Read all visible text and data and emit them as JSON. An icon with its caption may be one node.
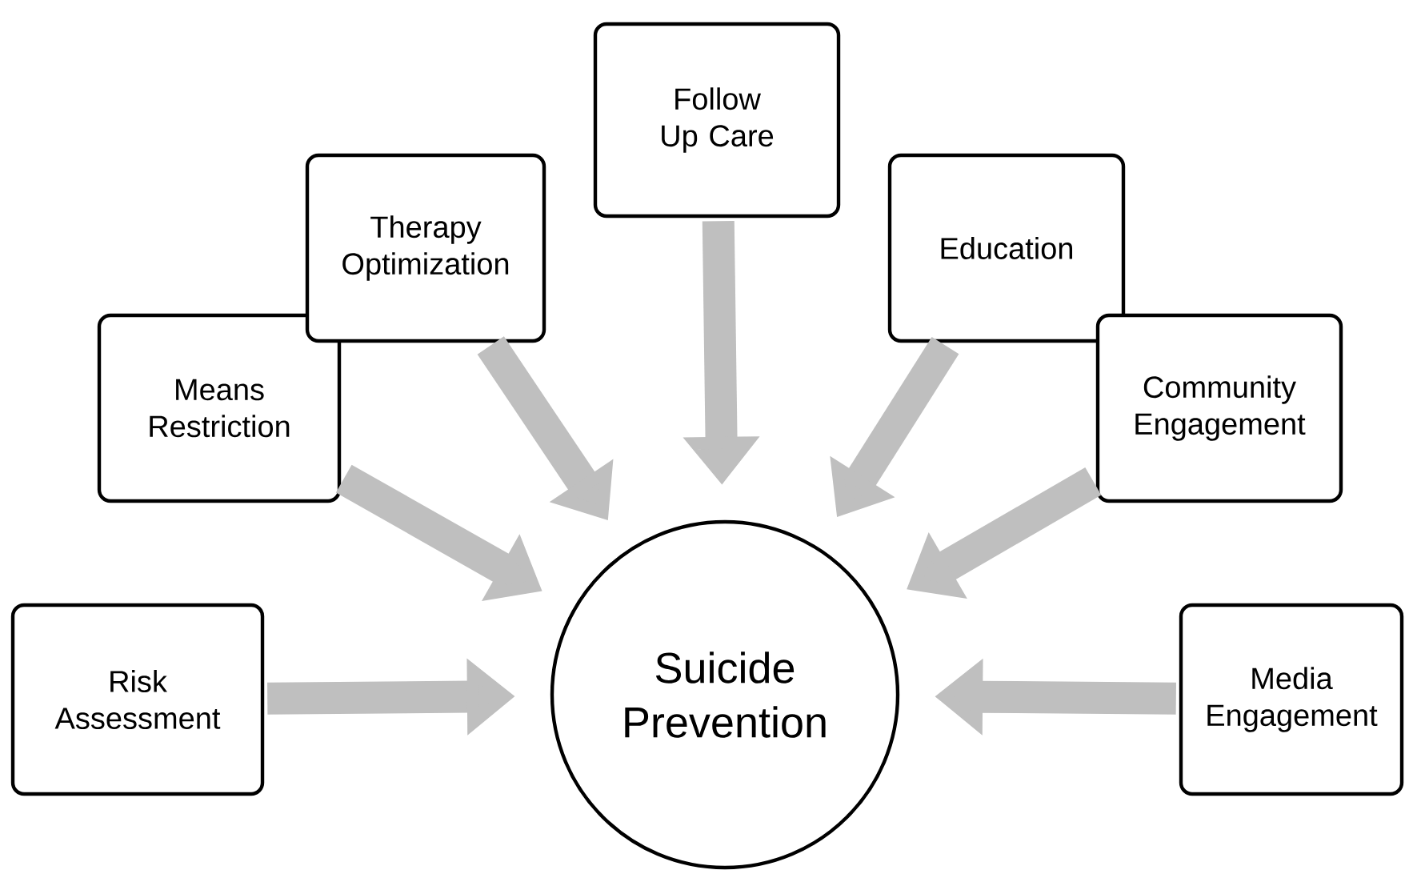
{
  "diagram": {
    "nodes": [
      {
        "text": [
          "Risk Assessment"
        ]
      },
      {
        "text": [
          "Means Restriction"
        ]
      },
      {
        "text": [
          "Therapy Optimization"
        ]
      },
      {
        "text": [
          "Follow Up Care"
        ]
      },
      {
        "text": [
          "Education"
        ]
      },
      {
        "text": [
          "Community Engagement"
        ]
      },
      {
        "text": [
          "Media Engagement"
        ]
      },
      {
        "text": [
          "Suicide Prevention"
        ]
      }
    ],
    "edges": [
      {
        "from": 0,
        "to": 7,
        "arrow": "to"
      },
      {
        "from": 1,
        "to": 7,
        "arrow": "to"
      },
      {
        "from": 2,
        "to": 7,
        "arrow": "to"
      },
      {
        "from": 3,
        "to": 7,
        "arrow": "to"
      },
      {
        "from": 4,
        "to": 7,
        "arrow": "to"
      },
      {
        "from": 5,
        "to": 7,
        "arrow": "to"
      },
      {
        "from": 6,
        "to": 7,
        "arrow": "to"
      }
    ]
  }
}
